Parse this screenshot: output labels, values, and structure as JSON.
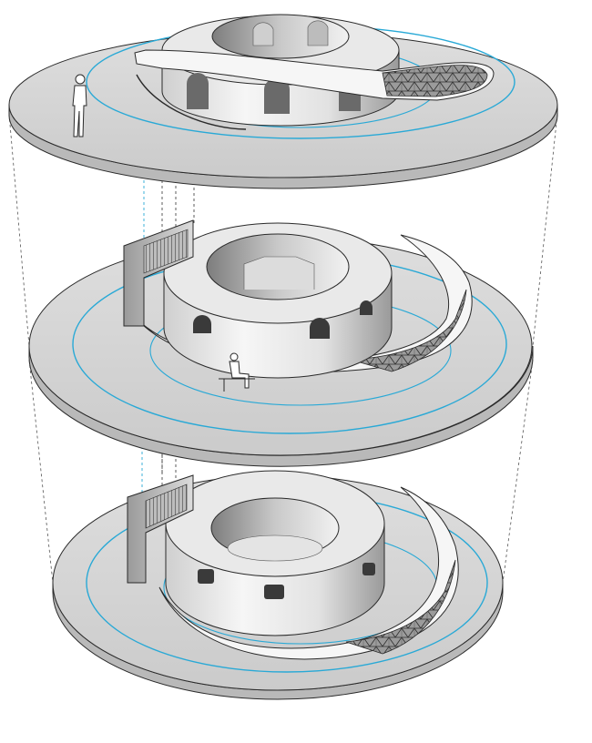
{
  "diagram": {
    "kind": "exploded axonometric of three stacked circular floor levels",
    "levels": [
      {
        "name": "upper-level",
        "figure": "standing-person"
      },
      {
        "name": "middle-level",
        "figure": "seated-person"
      },
      {
        "name": "lower-level",
        "figure": ""
      }
    ],
    "colors": {
      "background": "#ffffff",
      "slab_top": "#d4d4d4",
      "slab_edge": "#b8b8b8",
      "core_light": "#f4f4f4",
      "core_mid": "#cfcfcf",
      "core_dark": "#8d8d8d",
      "ramp": "#f7f7f7",
      "lattice": "#6f6f6f",
      "circulation_path": "#29a9d6",
      "outline": "#2a2a2a",
      "guide_line": "#555555"
    },
    "icons": [
      "person-standing-icon",
      "person-seated-icon"
    ]
  }
}
